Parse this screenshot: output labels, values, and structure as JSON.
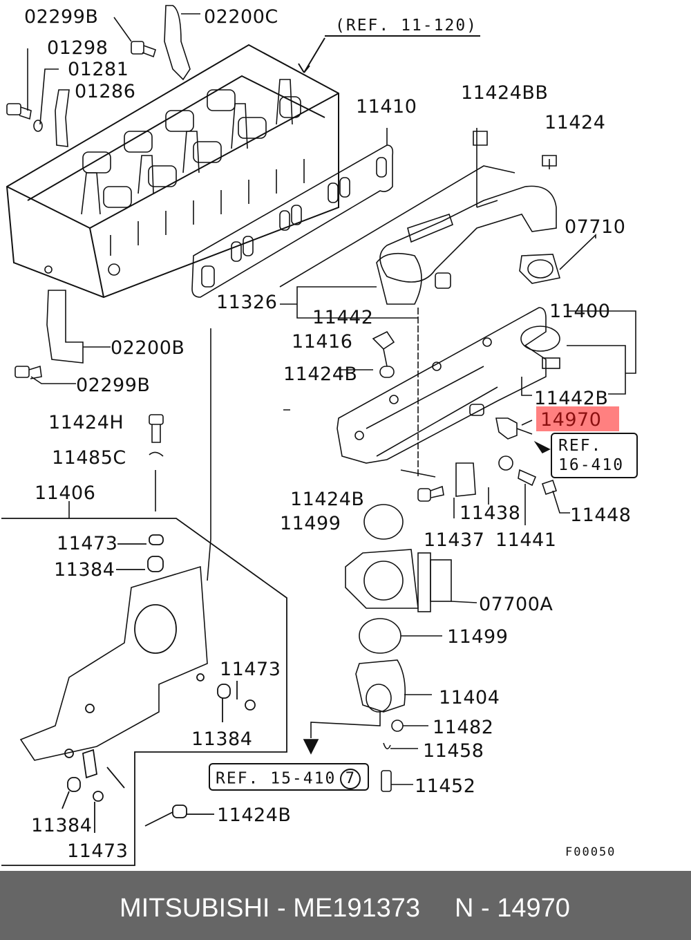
{
  "diagram": {
    "reference_code": "F00050",
    "highlight_color": "#ff8080",
    "highlighted_part": "14970",
    "references": {
      "top": "(REF. 11-120)",
      "right_line1": "REF.",
      "right_line2": "16-410",
      "bottom": "REF. 15-410",
      "bottom_circled": "7"
    },
    "parts": {
      "p02299B_top": "02299B",
      "p02200C": "02200C",
      "p01298": "01298",
      "p01281": "01281",
      "p01286": "01286",
      "p11410": "11410",
      "p11424BB": "11424BB",
      "p11424": "11424",
      "p07710": "07710",
      "p11326": "11326",
      "p11442": "11442",
      "p11400": "11400",
      "p11416": "11416",
      "p02200B": "02200B",
      "p02299B_bottom": "02299B",
      "p11424B_1": "11424B",
      "p11442B": "11442B",
      "p14970": "14970",
      "p11424H": "11424H",
      "p11485C": "11485C",
      "p11406": "11406",
      "p11424B_2": "11424B",
      "p11499_1": "11499",
      "p11438": "11438",
      "p11448": "11448",
      "p11437": "11437",
      "p11441": "11441",
      "p11473_1": "11473",
      "p11384_1": "11384",
      "p07700A": "07700A",
      "p11499_2": "11499",
      "p11473_2": "11473",
      "p11404": "11404",
      "p11384_2": "11384",
      "p11482": "11482",
      "p11458": "11458",
      "p11452": "11452",
      "p11424B_3": "11424B",
      "p11384_3": "11384",
      "p11473_3": "11473"
    }
  },
  "footer": {
    "brand_part": "MITSUBISHI - ME191373",
    "part_number": "N - 14970"
  }
}
